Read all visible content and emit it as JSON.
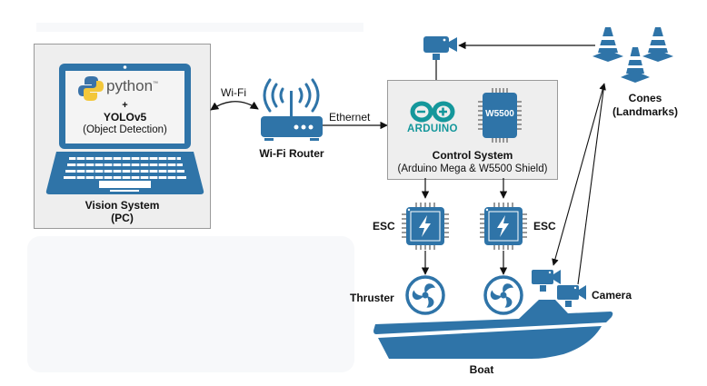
{
  "colors": {
    "icon_blue": "#2f74a8",
    "arduino_teal": "#14979b",
    "python_blue": "#3b73a8",
    "python_yellow": "#f3c73a",
    "box_fill": "#eeeeee",
    "box_border": "#9a9a9a",
    "arrow": "#111111"
  },
  "vision_system": {
    "screen": {
      "python_label": "python",
      "trademark": "™",
      "plus": "+",
      "model": "YOLOv5",
      "task": "(Object Detection)"
    },
    "title": "Vision System",
    "subtitle": "(PC)"
  },
  "links": {
    "wifi": "Wi-Fi",
    "ethernet": "Ethernet"
  },
  "router": {
    "label": "Wi-Fi Router"
  },
  "control_system": {
    "arduino_label": "ARDUINO",
    "chip_label": "W5500",
    "title": "Control System",
    "subtitle": "(Arduino Mega & W5500 Shield)"
  },
  "cones": {
    "title": "Cones",
    "subtitle": "(Landmarks)"
  },
  "esc": {
    "left_label": "ESC",
    "right_label": "ESC"
  },
  "thruster": {
    "label": "Thruster"
  },
  "camera": {
    "label": "Camera"
  },
  "boat": {
    "label": "Boat"
  }
}
